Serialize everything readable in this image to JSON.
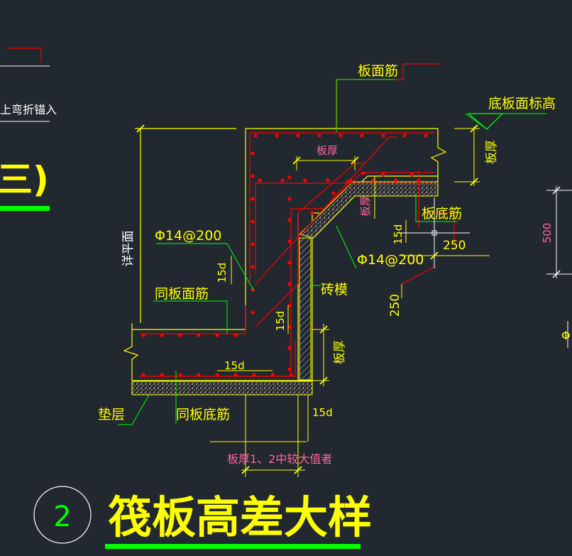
{
  "colors": {
    "background": "#212830",
    "yellow": "#ffff00",
    "green": "#00ff00",
    "red": "#ff0000",
    "white": "#ffffff",
    "pink": "#ff6699",
    "concrete": "#b8b8b8"
  },
  "left_fragment": {
    "note": "上弯折锚入",
    "heading": "三)"
  },
  "labels": {
    "slab_top_rebar": "板面筋",
    "bottom_slab_top_elevation": "底板面标高",
    "slab_thickness_top": "板厚",
    "slab_thickness_right": "板厚",
    "slab_thickness_slope": "板厚",
    "slab_thickness_bottom": "板厚",
    "slab_bottom_rebar": "板底筋",
    "rebar_spec_left": "Φ14@200",
    "rebar_spec_right": "Φ14@200",
    "collecting_well_face": "详平面",
    "same_as_slab_top_rebar": "同板面筋",
    "same_as_slab_bottom_rebar": "同板底筋",
    "brick_mold": "砖模",
    "cushion_layer": "垫层",
    "anchor_15d_a": "15d",
    "anchor_15d_b": "15d",
    "anchor_15d_c": "15d",
    "anchor_15d_d": "15d",
    "anchor_15d_e": "15d",
    "dim_250_horizontal": "250",
    "dim_250_vertical": "250",
    "dim_500": "500",
    "thickness_note": "板厚1、2中较大值者",
    "right_fragment_char": "Φ"
  },
  "title": {
    "number": "2",
    "text": "筏板高差大样"
  }
}
